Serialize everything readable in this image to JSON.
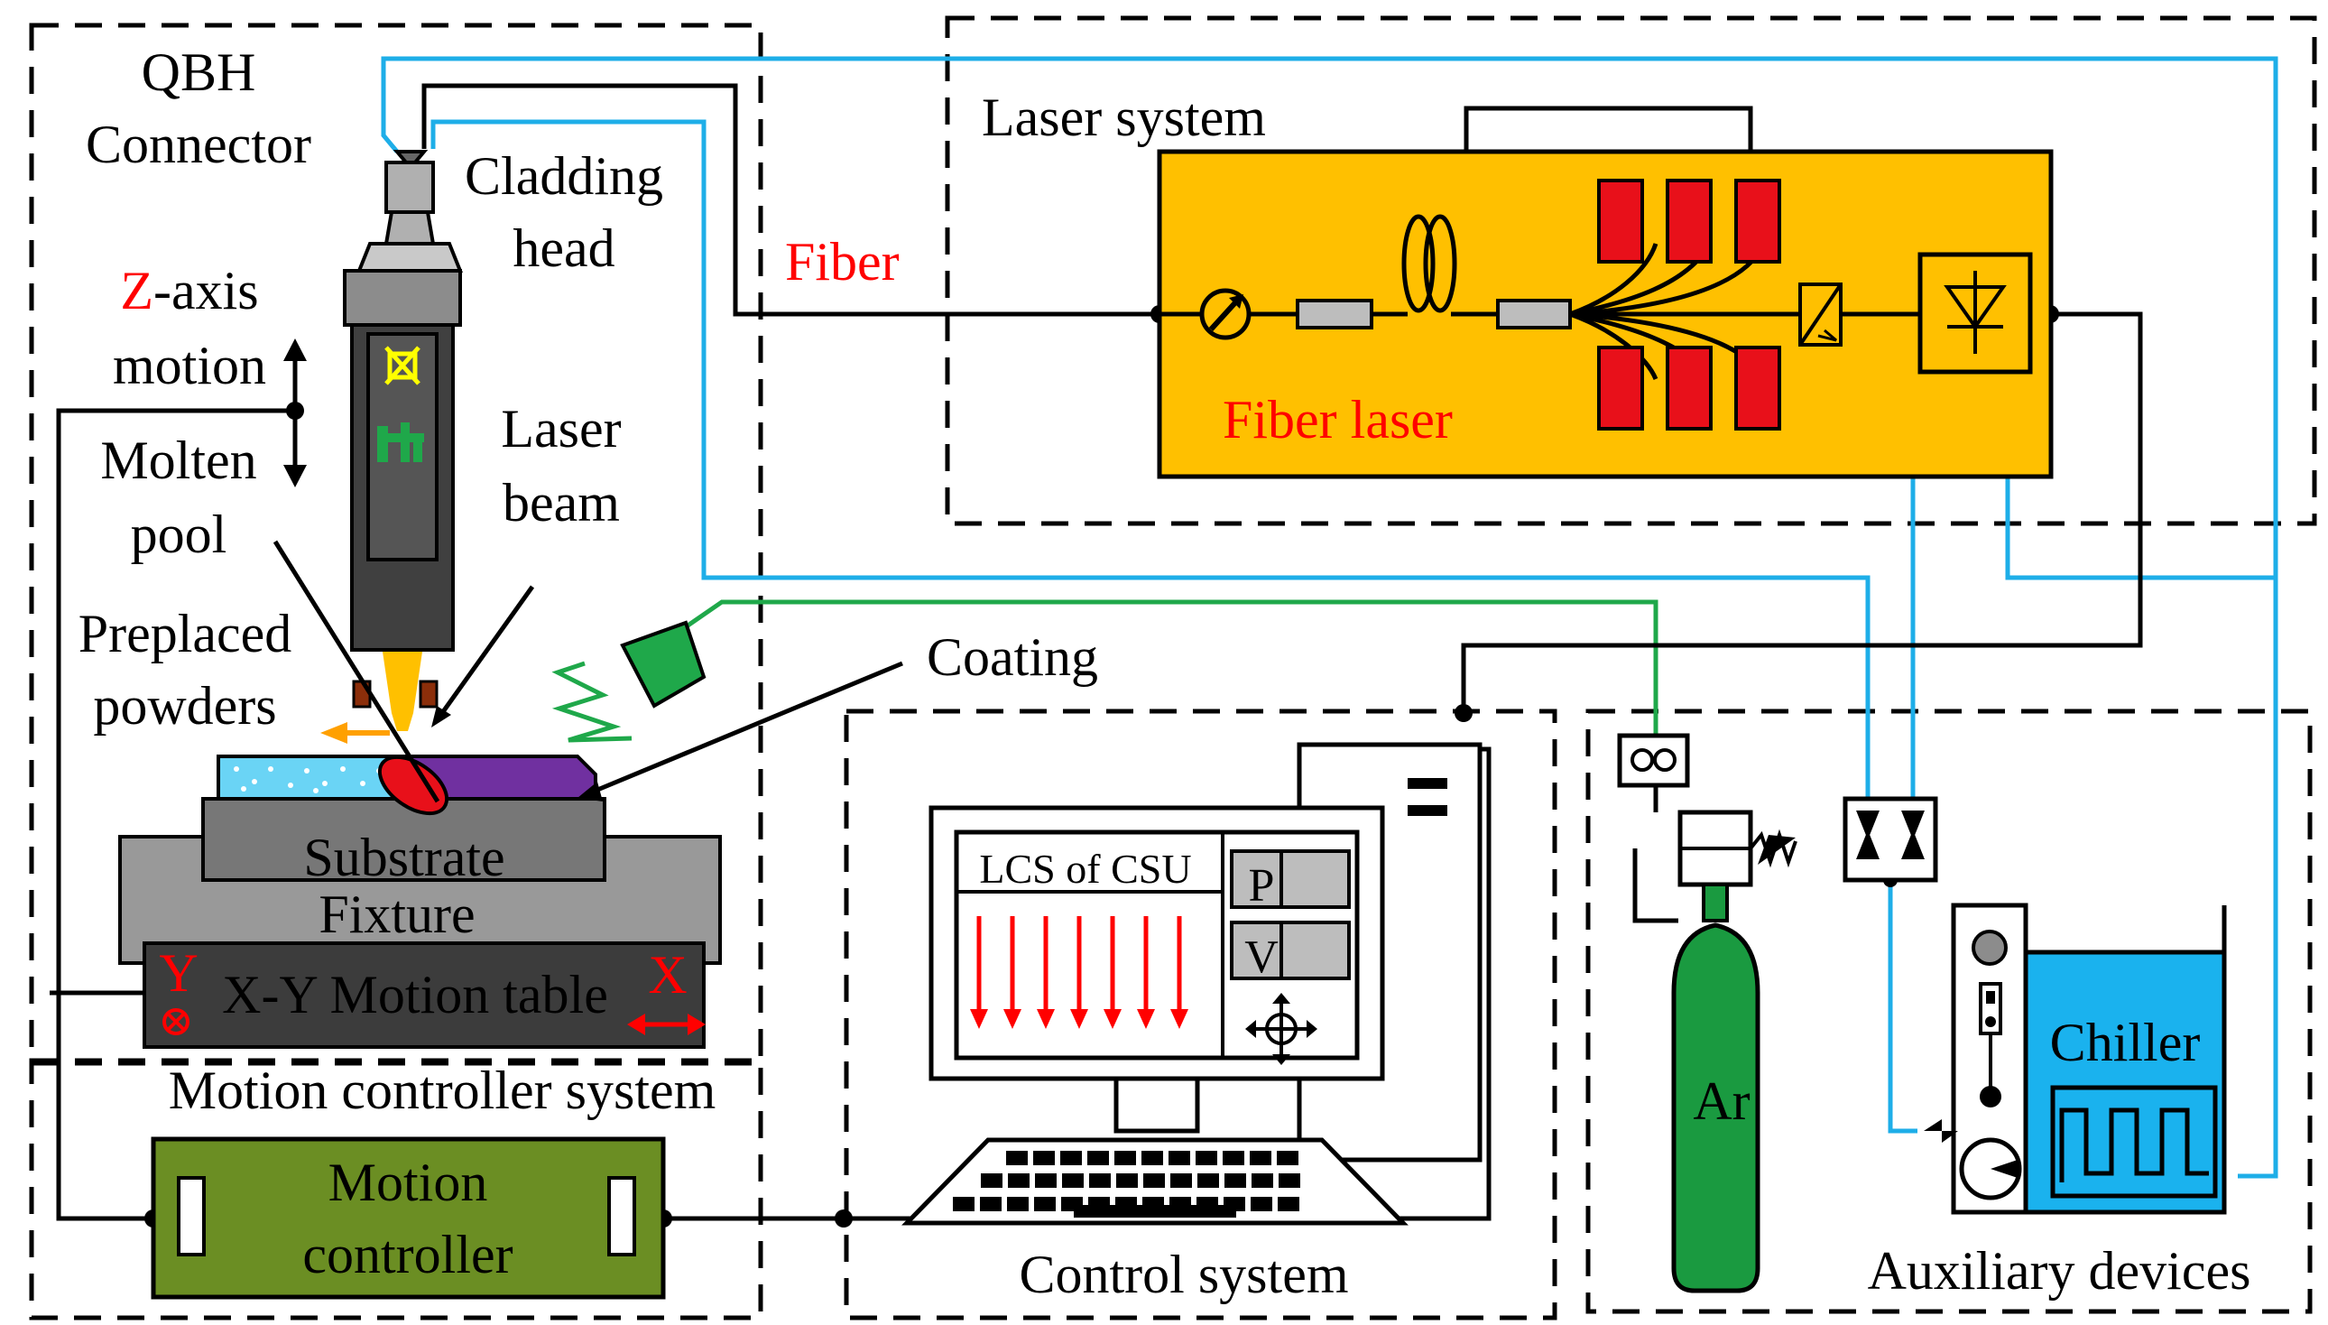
{
  "labels": {
    "qbh_line1": "QBH",
    "qbh_line2": "Connector",
    "cladding_line1": "Cladding",
    "cladding_line2": "head",
    "zaxis_z": "Z",
    "zaxis_rest": "-axis",
    "zaxis_line2": "motion",
    "molten_line1": "Molten",
    "molten_line2": "pool",
    "laserbeam_line1": "Laser",
    "laserbeam_line2": "beam",
    "preplaced_line1": "Preplaced",
    "preplaced_line2": "powders",
    "coating": "Coating",
    "fiber": "Fiber",
    "laser_system": "Laser system",
    "fiber_laser": "Fiber laser",
    "substrate": "Substrate",
    "fixture": "Fixture",
    "motion_table": "X-Y Motion table",
    "axis_y": "Y",
    "axis_x": "X",
    "motion_ctrl_system": "Motion controller system",
    "motion_ctrl_line1": "Motion",
    "motion_ctrl_line2": "controller",
    "screen_title": "LCS of CSU",
    "btn_p": "P",
    "btn_v": "V",
    "control_system": "Control system",
    "argon": "Ar",
    "chiller": "Chiller",
    "auxiliary": "Auxiliary devices"
  },
  "colors": {
    "water_line": "#1eaee8",
    "gas_line": "#1fa84a",
    "laser_body": "#ffc000",
    "pump_module": "#e8101a",
    "red_text": "#ff0000",
    "motion_controller": "#6b8e23",
    "coating": "#7030a0",
    "argon_cylinder": "#1a9a40",
    "chiller_tank": "#1ab2ee"
  }
}
